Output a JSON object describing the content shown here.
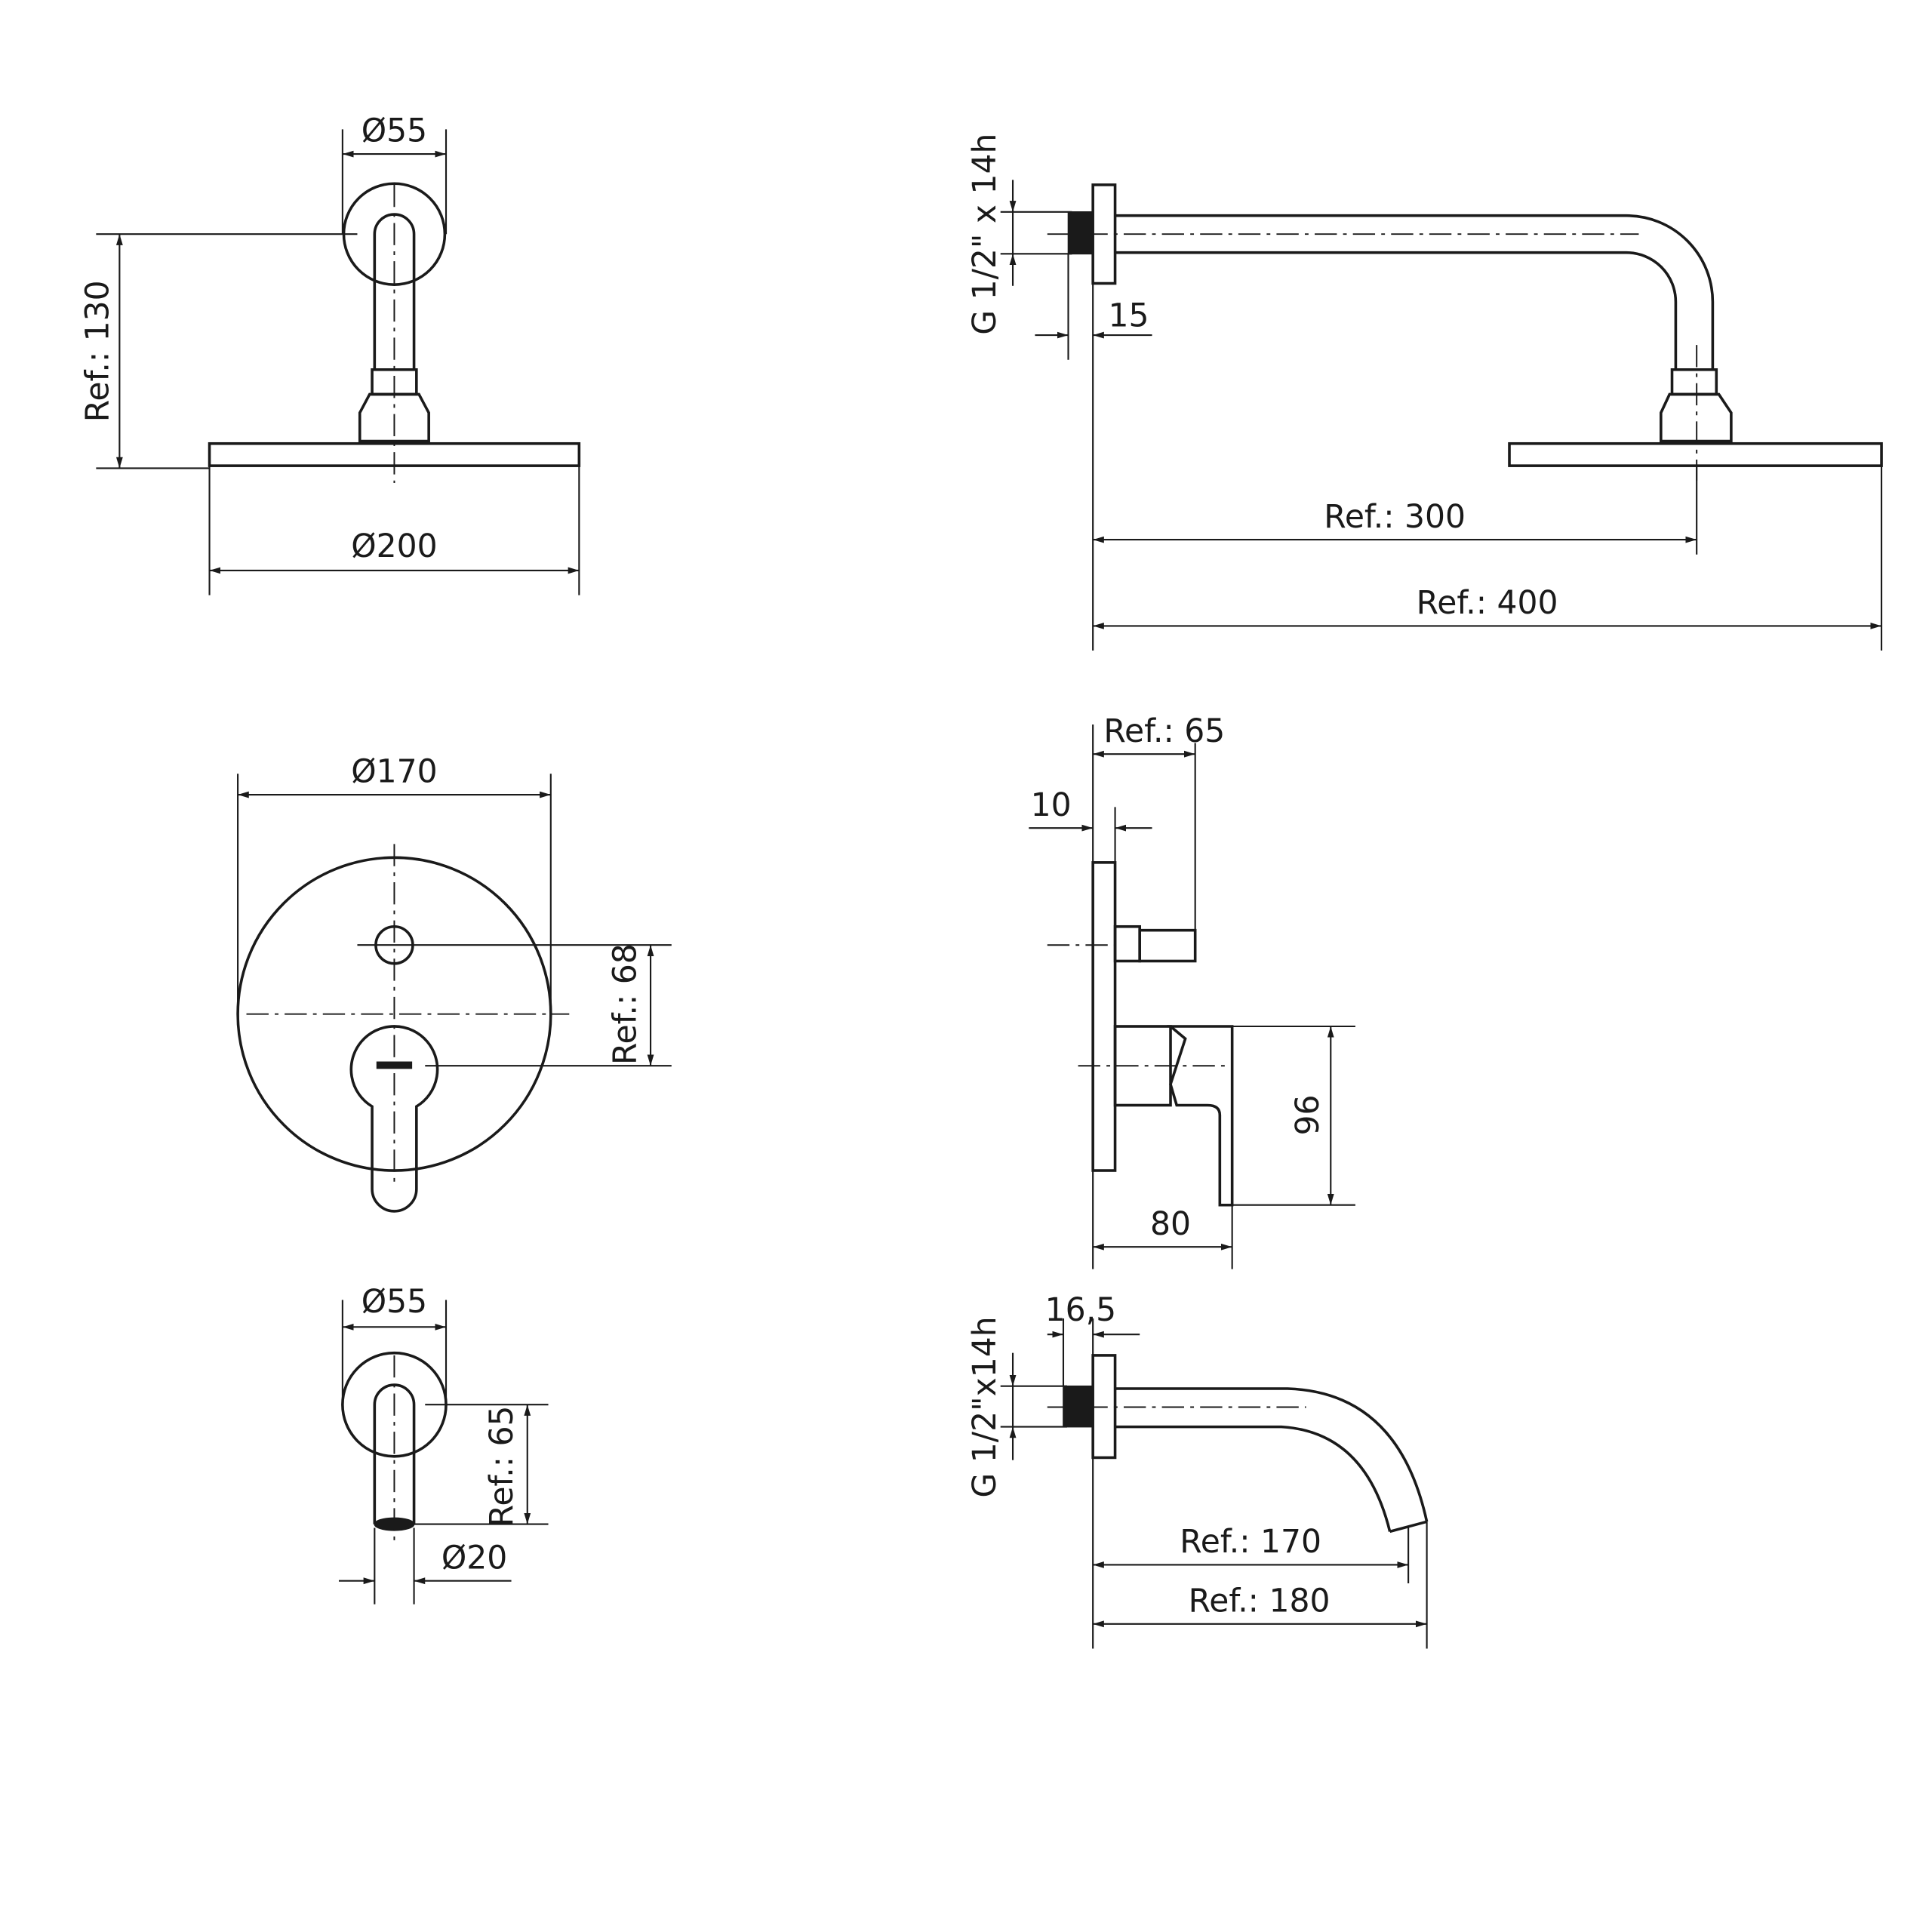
{
  "shower_head_front": {
    "flange_dia": "Ø55",
    "height": "Ref.: 130",
    "head_dia": "Ø200"
  },
  "shower_arm_side": {
    "thread": "G 1/2\" x 14h",
    "flange_depth": "15",
    "reach_head_center": "Ref.: 300",
    "reach_total": "Ref.: 400"
  },
  "mixer_front": {
    "plate_dia": "Ø170",
    "axis_distance": "Ref.: 68"
  },
  "mixer_side": {
    "total_depth": "Ref.: 65",
    "plate_depth": "10",
    "handle_height": "96",
    "handle_depth": "80"
  },
  "spout_front": {
    "flange_dia": "Ø55",
    "height": "Ref.: 65",
    "outlet_dia": "Ø20"
  },
  "spout_side": {
    "flange_depth": "16,5",
    "thread": "G 1/2\"x14h",
    "reach_outlet": "Ref.: 170",
    "reach_total": "Ref.: 180"
  }
}
